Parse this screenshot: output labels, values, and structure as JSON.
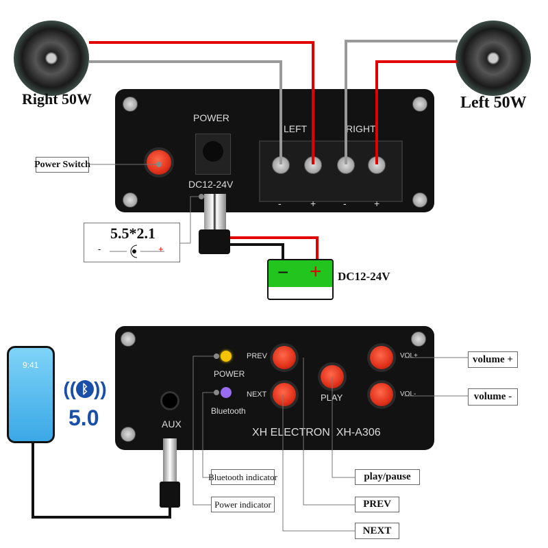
{
  "speakers": {
    "right_label": "Right 50W",
    "left_label": "Left 50W"
  },
  "top_board": {
    "power_label": "POWER",
    "dc_label": "DC12-24V",
    "left_label": "LEFT",
    "right_label": "RIGHT",
    "terminal_polarity": [
      "-",
      "+",
      "-",
      "+"
    ]
  },
  "callouts_top": {
    "power_switch": "Power Switch",
    "jack_size": "5.5*2.1",
    "jack_minus": "-",
    "jack_plus": "+",
    "battery_label": "DC12-24V",
    "battery_minus": "−",
    "battery_plus": "+"
  },
  "phone": {
    "time": "9:41"
  },
  "bluetooth": {
    "version": "5.0"
  },
  "bottom_board": {
    "aux": "AUX",
    "power_led": "POWER",
    "bluetooth_led": "Bluetooth",
    "prev": "PREV",
    "next": "NEXT",
    "play": "PLAY",
    "vol_plus": "VOL+",
    "vol_minus": "VOL-",
    "model": "XH ELECTRON  XH-A306"
  },
  "callouts_bottom": {
    "volume_plus": "volume +",
    "volume_minus": "volume -",
    "play_pause": "play/pause",
    "prev": "PREV",
    "next": "NEXT",
    "bluetooth_indicator": "Bluetooth indicator",
    "power_indicator": "Power indicator"
  },
  "colors": {
    "button": "#e8391f",
    "battery": "#22c41e",
    "wire_red": "#e00000",
    "wire_gray": "#999999",
    "led_power": "#f5c400",
    "led_bluetooth": "#9a6cf0",
    "bluetooth_blue": "#1a4fa8"
  }
}
